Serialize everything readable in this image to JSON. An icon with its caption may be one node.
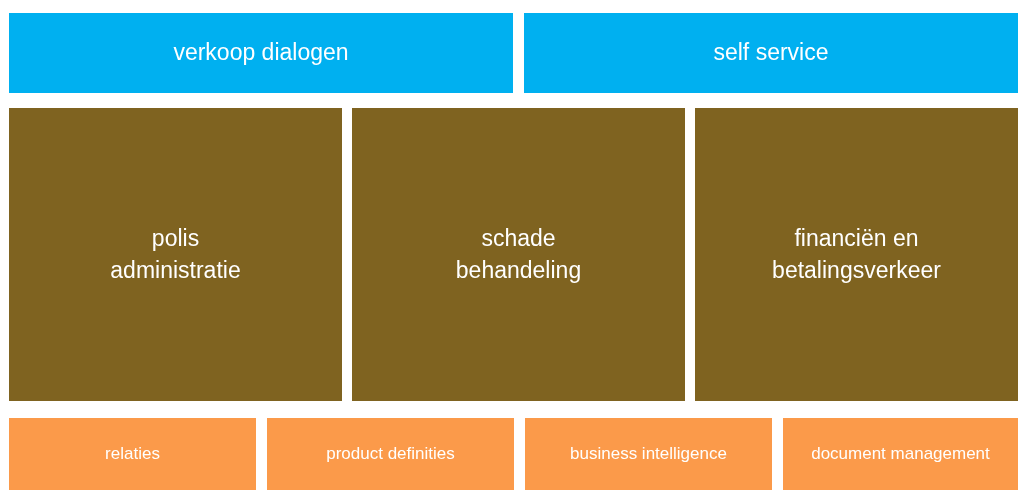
{
  "diagram": {
    "nodes": [
      {
        "text": [
          "verkoop dialogen"
        ]
      },
      {
        "text": [
          "self service"
        ]
      },
      {
        "text": [
          "polis administratie"
        ]
      },
      {
        "text": [
          "schade behandeling"
        ]
      },
      {
        "text": [
          "financiën en betalingsverkeer"
        ]
      },
      {
        "text": [
          "relaties"
        ]
      },
      {
        "text": [
          "product definities"
        ]
      },
      {
        "text": [
          "business intelligence"
        ]
      },
      {
        "text": [
          "document management"
        ]
      }
    ]
  }
}
